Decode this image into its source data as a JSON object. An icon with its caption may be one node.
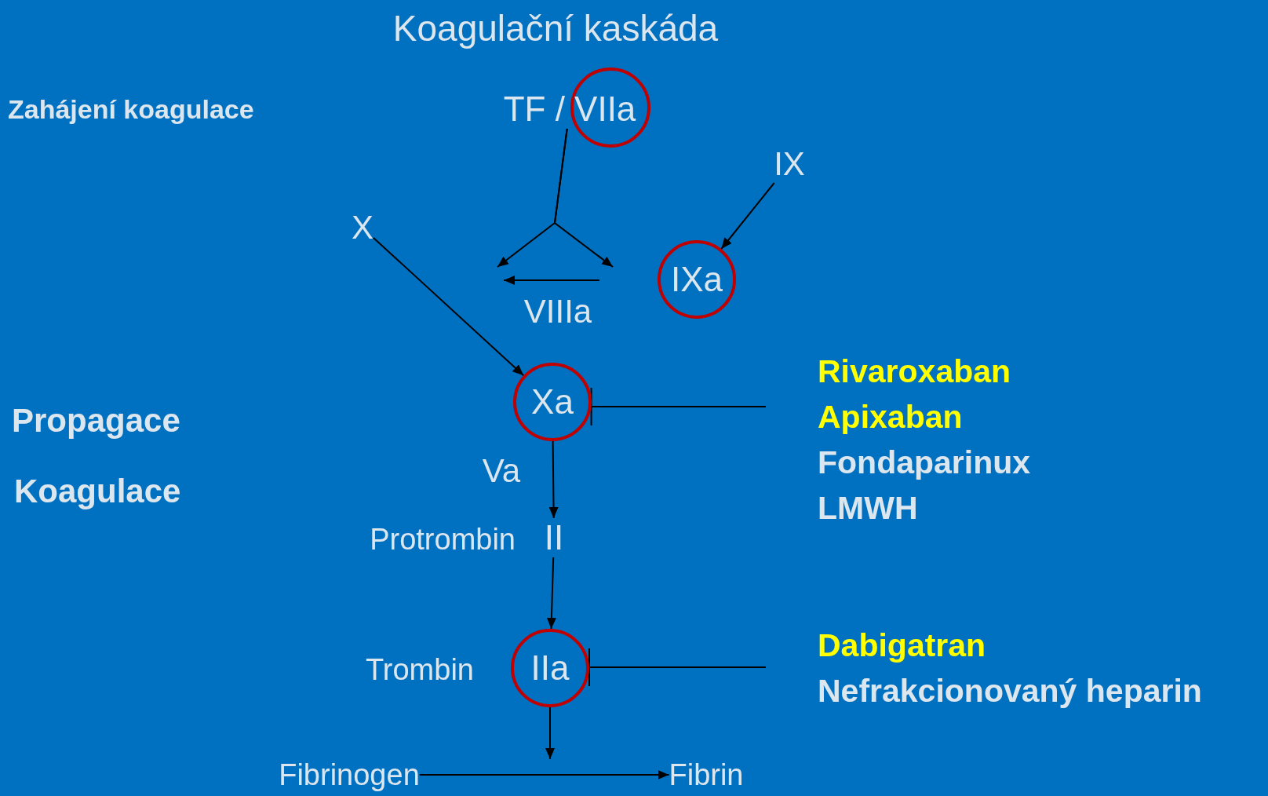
{
  "diagram": {
    "title": "Koagulační kaskáda",
    "nodes": [
      {
        "text": [
          "TF / VIIa"
        ]
      },
      {
        "text": [
          "IX"
        ]
      },
      {
        "text": [
          "X"
        ]
      },
      {
        "text": [
          "IXa"
        ]
      },
      {
        "text": [
          "Rivaroxaban",
          "Apixaban",
          "Fondaparinux",
          "LMWH"
        ]
      },
      {
        "text": [
          "Xa"
        ]
      },
      {
        "text": [
          "II"
        ],
        "beside": [
          "Protrombin"
        ]
      },
      {
        "text": [
          "Dabigatran",
          "Nefrakcionovaný heparin"
        ]
      },
      {
        "text": [
          "IIa"
        ],
        "beside": [
          "Trombin"
        ]
      },
      {
        "text": [
          "Fibrinogen"
        ]
      },
      {
        "text": [
          "Fibrin"
        ]
      }
    ],
    "edges": [
      {
        "from": 1,
        "to": 3,
        "arrow": "to"
      },
      {
        "from": 0,
        "to": null,
        "arrow": "to"
      },
      {
        "from": 0,
        "to": null,
        "arrow": "to"
      },
      {
        "from": 2,
        "to": 5,
        "arrow": "to"
      },
      {
        "from": 5,
        "to": 6,
        "arrow": "to",
        "label": "Va"
      },
      {
        "from": 6,
        "to": 8,
        "arrow": "to"
      },
      {
        "from": 8,
        "to": null,
        "arrow": "to"
      },
      {
        "from": 9,
        "to": 10,
        "arrow": "to"
      },
      {
        "from": 4,
        "to": 5,
        "arrow": "other"
      },
      {
        "from": 7,
        "to": 8,
        "arrow": "other"
      }
    ],
    "labels": [
      "Zahájení koagulace",
      "VIIIa",
      "Propagace",
      "Koagulace"
    ]
  }
}
